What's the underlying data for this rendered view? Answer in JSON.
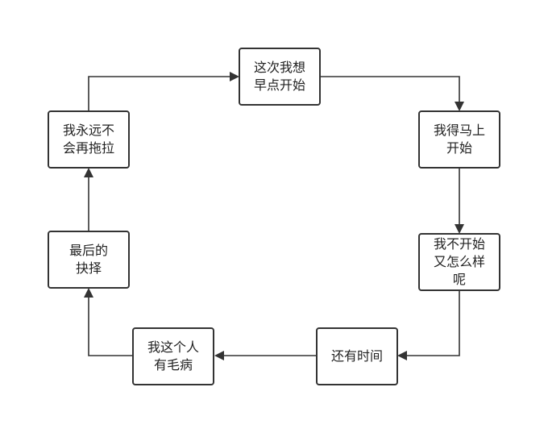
{
  "colors": {
    "stroke": "#333333",
    "text": "#222222",
    "background": "#ffffff"
  },
  "nodes": {
    "n1": {
      "label": "这次我想\n早点开始"
    },
    "n2": {
      "label": "我得马上\n开始"
    },
    "n3": {
      "label": "我不开始\n又怎么样\n呢"
    },
    "n4": {
      "label": "还有时间"
    },
    "n5": {
      "label": "我这个人\n有毛病"
    },
    "n6": {
      "label": "最后的\n抉择"
    },
    "n7": {
      "label": "我永远不\n会再拖拉"
    }
  },
  "edges": [
    {
      "from": "n1",
      "to": "n2"
    },
    {
      "from": "n2",
      "to": "n3"
    },
    {
      "from": "n3",
      "to": "n4"
    },
    {
      "from": "n4",
      "to": "n5"
    },
    {
      "from": "n5",
      "to": "n6"
    },
    {
      "from": "n6",
      "to": "n7"
    },
    {
      "from": "n7",
      "to": "n1"
    }
  ]
}
